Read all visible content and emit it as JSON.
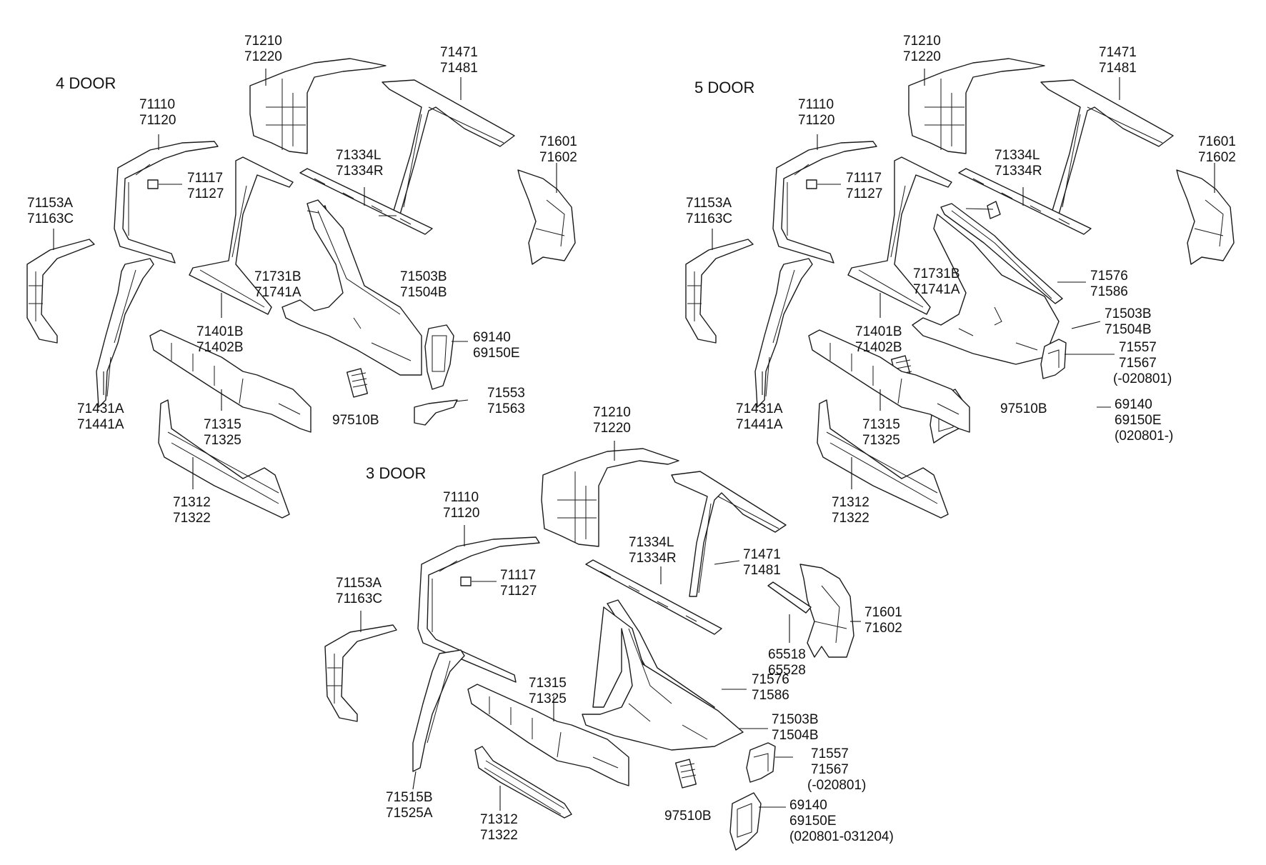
{
  "sections": {
    "four_door": "4 DOOR",
    "five_door": "5 DOOR",
    "three_door": "3 DOOR"
  },
  "labels": {
    "d4_71210": [
      "71210",
      "71220"
    ],
    "d4_71471": [
      "71471",
      "71481"
    ],
    "d4_71110": [
      "71110",
      "71120"
    ],
    "d4_71117": [
      "71117",
      "71127"
    ],
    "d4_71334": [
      "71334L",
      "71334R"
    ],
    "d4_71601": [
      "71601",
      "71602"
    ],
    "d4_71153": [
      "71153A",
      "71163C"
    ],
    "d4_71731": [
      "71731B",
      "71741A"
    ],
    "d4_71503": [
      "71503B",
      "71504B"
    ],
    "d4_71401": [
      "71401B",
      "71402B"
    ],
    "d4_69140": [
      "69140",
      "69150E"
    ],
    "d4_71431": [
      "71431A",
      "71441A"
    ],
    "d4_71553": [
      "71553",
      "71563"
    ],
    "d4_97510": [
      "97510B"
    ],
    "d4_71315": [
      "71315",
      "71325"
    ],
    "d4_71312": [
      "71312",
      "71322"
    ],
    "d5_71210": [
      "71210",
      "71220"
    ],
    "d5_71471": [
      "71471",
      "71481"
    ],
    "d5_71110": [
      "71110",
      "71120"
    ],
    "d5_71117": [
      "71117",
      "71127"
    ],
    "d5_71334": [
      "71334L",
      "71334R"
    ],
    "d5_71601": [
      "71601",
      "71602"
    ],
    "d5_71153": [
      "71153A",
      "71163C"
    ],
    "d5_71731": [
      "71731B",
      "71741A"
    ],
    "d5_71576": [
      "71576",
      "71586"
    ],
    "d5_71503": [
      "71503B",
      "71504B"
    ],
    "d5_71401": [
      "71401B",
      "71402B"
    ],
    "d5_71557": [
      "71557",
      "71567",
      "(-020801)"
    ],
    "d5_97510": [
      "97510B"
    ],
    "d5_71431": [
      "71431A",
      "71441A"
    ],
    "d5_69140": [
      "69140",
      "69150E",
      "(020801-)"
    ],
    "d5_71315": [
      "71315",
      "71325"
    ],
    "d5_71312": [
      "71312",
      "71322"
    ],
    "d3_71210": [
      "71210",
      "71220"
    ],
    "d3_71110": [
      "71110",
      "71120"
    ],
    "d3_71117": [
      "71117",
      "71127"
    ],
    "d3_71334": [
      "71334L",
      "71334R"
    ],
    "d3_71153": [
      "71153A",
      "71163C"
    ],
    "d3_71471": [
      "71471",
      "71481"
    ],
    "d3_71601": [
      "71601",
      "71602"
    ],
    "d3_65518": [
      "65518",
      "65528"
    ],
    "d3_71315": [
      "71315",
      "71325"
    ],
    "d3_71576": [
      "71576",
      "71586"
    ],
    "d3_71503": [
      "71503B",
      "71504B"
    ],
    "d3_71557": [
      "71557",
      "71567",
      "(-020801)"
    ],
    "d3_71515": [
      "71515B",
      "71525A"
    ],
    "d3_71312": [
      "71312",
      "71322"
    ],
    "d3_97510": [
      "97510B"
    ],
    "d3_69140": [
      "69140",
      "69150E",
      "(020801-031204)"
    ]
  }
}
